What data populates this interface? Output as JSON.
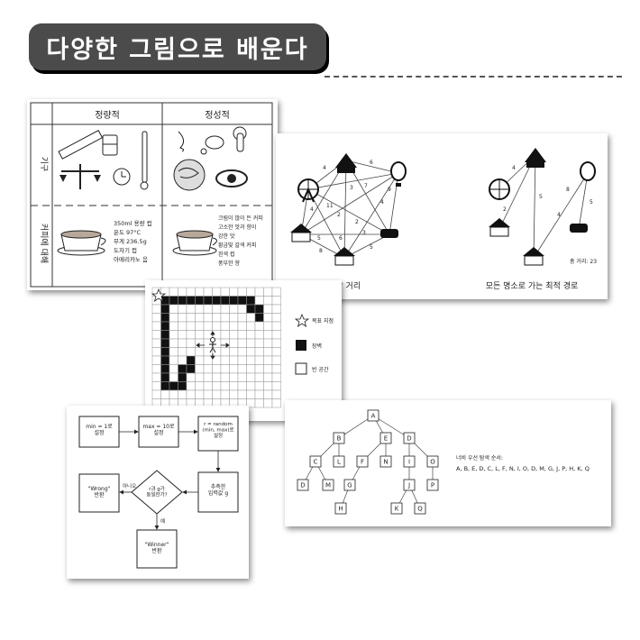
{
  "title": "다양한 그림으로 배운다",
  "card1": {
    "col_headers": [
      "정량적",
      "정성적"
    ],
    "row_headers": [
      "기구",
      "커피에 대해"
    ],
    "quant_list": [
      "350ml 용량 컵",
      "온도 97°C",
      "무게 236.5g",
      "도자기 컵",
      "아메리카노 음"
    ],
    "qual_list": [
      "크림이 많이 든 커피",
      "고소한 맛과 향이",
      "강한 맛",
      "황금빛 갈색 커피",
      "흰색 컵",
      "풍부한 향"
    ]
  },
  "card2": {
    "left_caption": "경로상 거리",
    "right_caption": "모든 명소로 가는 최적 경로",
    "total": "총 거리: 23",
    "left_weights": [
      "4",
      "6",
      "4",
      "4",
      "3",
      "11",
      "2",
      "7",
      "9",
      "2",
      "5",
      "6",
      "5",
      "8",
      "3"
    ],
    "right_weights": [
      "4",
      "2",
      "5",
      "5",
      "4",
      "8"
    ]
  },
  "card3": {
    "legend": [
      {
        "icon": "star",
        "label": "목표 지점"
      },
      {
        "icon": "black-square",
        "label": "장벽"
      },
      {
        "icon": "white-square",
        "label": "빈 공간"
      }
    ]
  },
  "card4": {
    "nodes": {
      "min": "min = 1로\n설정",
      "max": "max = 10로\n설정",
      "rand": "r = random\n(min, max)로\n설정",
      "input": "추측한\n입력값 g",
      "decision": "r과 g가\n동일한가?",
      "wrong": "\"Wrong\"\n반환",
      "winner": "\"Winner\"\n반환"
    },
    "edge_no": "아니오",
    "edge_yes": "예"
  },
  "card5": {
    "bfs_label": "너비 우선 탐색 순서:",
    "bfs_order": "A, B, E, D, C, L, F, N, I, O, D, M, G, J, P, H, K, Q",
    "tree": [
      "A",
      "B",
      "E",
      "D",
      "C",
      "L",
      "F",
      "N",
      "I",
      "O",
      "D",
      "M",
      "G",
      "J",
      "P",
      "H",
      "K",
      "Q"
    ]
  }
}
